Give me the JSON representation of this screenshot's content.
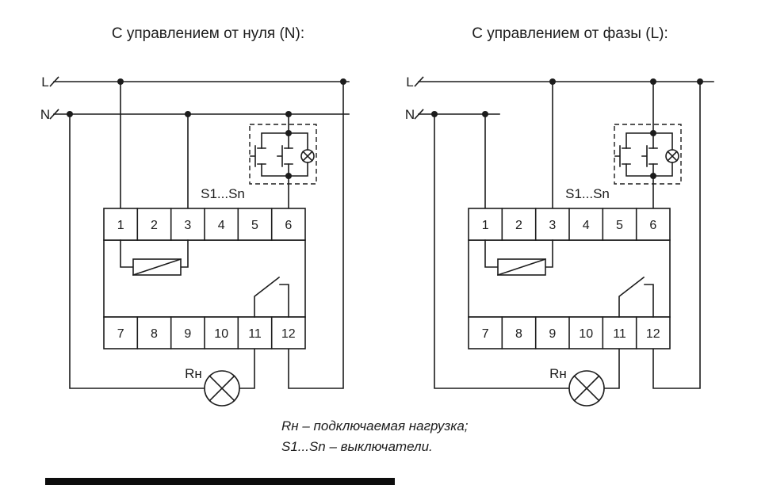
{
  "colors": {
    "ink": "#1c1c1c",
    "background": "#ffffff"
  },
  "titles": {
    "left": "С управлением от нуля (N):",
    "right": "С управлением от фазы (L):"
  },
  "left_diagram": {
    "phase_label": "L",
    "neutral_label": "N",
    "switch_group_label": "S1...Sn",
    "load_label": "Rн",
    "terminals_top": [
      "1",
      "2",
      "3",
      "4",
      "5",
      "6"
    ],
    "terminals_bottom": [
      "7",
      "8",
      "9",
      "10",
      "11",
      "12"
    ]
  },
  "right_diagram": {
    "phase_label": "L",
    "neutral_label": "N",
    "switch_group_label": "S1...Sn",
    "load_label": "Rн",
    "terminals_top": [
      "1",
      "2",
      "3",
      "4",
      "5",
      "6"
    ],
    "terminals_bottom": [
      "7",
      "8",
      "9",
      "10",
      "11",
      "12"
    ]
  },
  "legend": {
    "line1": "Rн – подключаемая нагрузка;",
    "line2": "S1...Sn – выключатели."
  }
}
